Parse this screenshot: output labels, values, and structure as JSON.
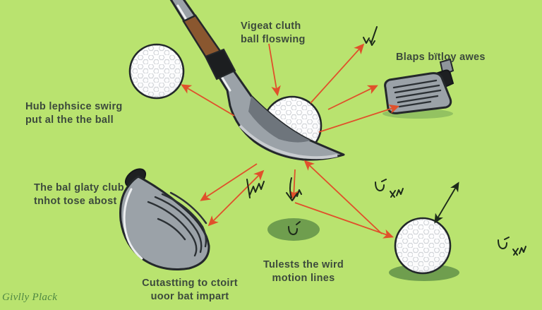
{
  "title": "Golf swing illustration (AI-generated diagram)",
  "theme": {
    "bg": "#b9e36f",
    "arrow-red": "#e0502b",
    "ink": "#1d2a1a",
    "text": "#3c4a3c",
    "shadow-green": "#6f9e4e",
    "wm": "#4e8742"
  },
  "labels": {
    "swing_note": {
      "line1": "Vigeat cluth",
      "line2": "ball floswing"
    },
    "club_face_note": {
      "line1": "Blaps bïtloy awes"
    },
    "left_top_note": {
      "line1": "Hub lephsice swirg",
      "line2": "put al the the ball"
    },
    "left_bottom_note": {
      "line1": "The bal glaty club",
      "line2": "tnhot tose abost"
    },
    "bottom_left_note": {
      "line1": "Cutastting to ctoirt",
      "line2": "uoor bat impart"
    },
    "bottom_right_note": {
      "line1": "Tulests the wird",
      "line2": "motion lines"
    },
    "watermark": "Givlly Plack"
  },
  "elements": [
    "golf-ball-top-left",
    "golf-ball-center",
    "golf-ball-bottom-right",
    "golf-club-shaft-and-iron-head",
    "driver-club-head-bottom-left",
    "club-head-face-right",
    "ground-shadow-center",
    "ground-shadow-bottom-right",
    "red-annotation-arrows",
    "black-annotation-arrow",
    "hand-drawn-scribble-marks"
  ]
}
